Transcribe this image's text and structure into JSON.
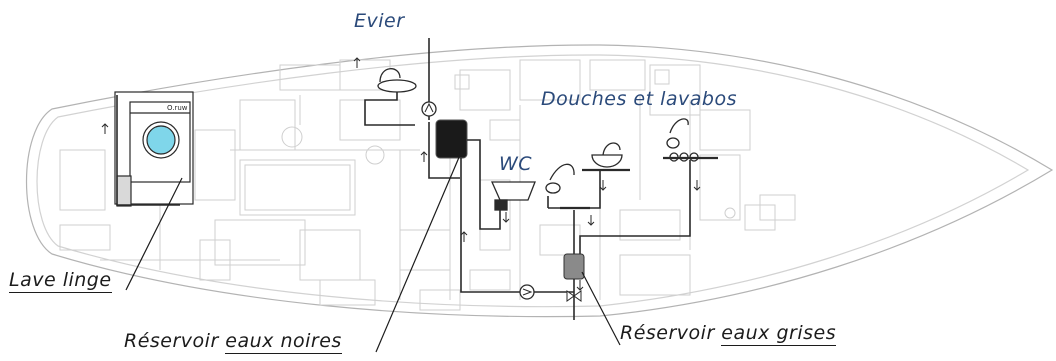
{
  "labels": {
    "evier": "Evier",
    "douches": "Douches et lavabos",
    "wc": "WC",
    "lave_linge": "Lave linge",
    "reservoir_noires_1": "Réservoir ",
    "reservoir_noires_2": "eaux noires",
    "reservoir_grises_1": "Réservoir ",
    "reservoir_grises_2": "eaux grises"
  },
  "colors": {
    "label_blue": "#2b4a7a",
    "label_black": "#1c1c1c",
    "hull_outline": "#b3b3b3",
    "interior": "#cfcfcf",
    "pipe": "#2a2a2a",
    "tank": "#1a1a1a",
    "machine_door": "#7fd6ea"
  },
  "icons": [
    "washing-machine-icon",
    "sink-tap-icon",
    "toilet-icon",
    "shower-head-icon",
    "pump-icon",
    "valve-icon",
    "flow-arrow-icon"
  ]
}
